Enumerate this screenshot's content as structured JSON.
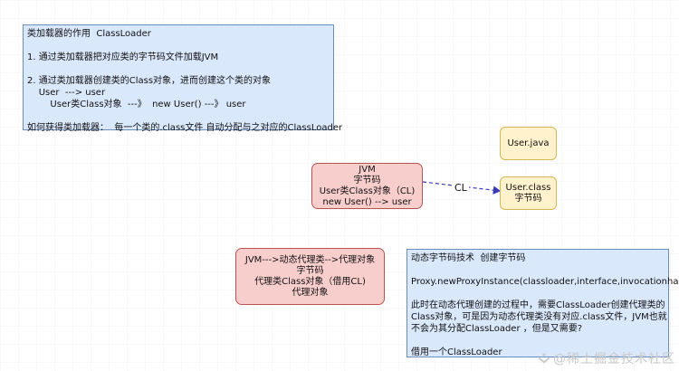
{
  "note_top": {
    "lines": [
      "类加载器的作用  ClassLoader",
      "",
      "1. 通过类加载器把对应类的字节码文件加载JVM",
      "",
      "2. 通过类加载器创建类的Class对象，进而创建这个类的对象",
      "    User  ---> user",
      "        User类Class对象  ---》  new User() ---》 user",
      "",
      "如何获得类加载器：  每一个类的.class文件 自动分配与之对应的ClassLoader"
    ]
  },
  "jvm_box": {
    "lines": [
      "JVM",
      "字节码",
      "User类Class对象（CL)",
      "new User() --> user"
    ]
  },
  "user_java": {
    "label": "User.java"
  },
  "user_class": {
    "lines": [
      "User.class",
      "字节码"
    ]
  },
  "connector": {
    "label": "CL"
  },
  "proxy_box": {
    "lines": [
      "JVM--->动态代理类-->代理对象",
      "字节码",
      "代理类Class对象（借用CL)",
      "代理对象"
    ]
  },
  "note_bottom": {
    "lines": [
      "动态字节码技术  创建字节码",
      "",
      "Proxy.newProxyInstance(classloader,interface,invocationhandler)",
      "",
      "此时在动态代理创建的过程中，需要ClassLoader创建代理类的",
      "Class对象，可是因为动态代理类没有对应.class文件，JVM也就",
      "不会为其分配ClassLoader ，但是又需要?",
      "",
      "借用一个ClassLoader"
    ]
  },
  "watermark": {
    "text": "@稀土掘金技术社区"
  },
  "colors": {
    "note_fill": "#dae8fc",
    "note_border": "#6c8ebf",
    "red_fill": "#f8cecc",
    "red_border": "#b85450",
    "yellow_fill": "#fff2cc",
    "yellow_border": "#d6b656",
    "connector": "#3a3ab8"
  }
}
